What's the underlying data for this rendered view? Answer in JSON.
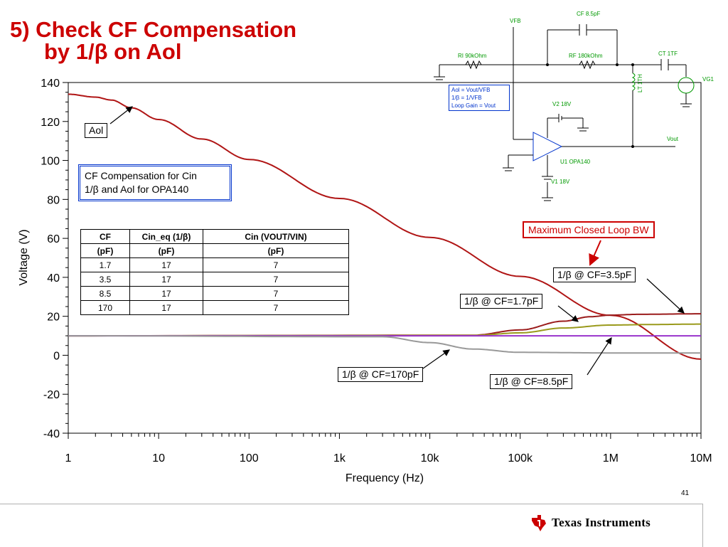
{
  "title": {
    "line1": "5) Check CF Compensation",
    "line2": "by 1/β on Aol"
  },
  "chart_data": {
    "type": "line",
    "xscale": "log",
    "xlim": [
      1,
      10000000
    ],
    "ylim": [
      -40,
      140
    ],
    "xlabel": "Frequency (Hz)",
    "ylabel": "Voltage (V)",
    "xticks": [
      1,
      10,
      100,
      1000,
      10000,
      100000,
      1000000,
      10000000
    ],
    "xtick_labels": [
      "1",
      "10",
      "100",
      "1k",
      "10k",
      "100k",
      "1M",
      "10M"
    ],
    "yticks": [
      -40,
      -20,
      0,
      20,
      40,
      60,
      80,
      100,
      120,
      140
    ],
    "ytick_labels": [
      "-40",
      "-20",
      "0",
      "20",
      "40",
      "60",
      "80",
      "100",
      "120",
      "140"
    ],
    "grid": false,
    "series": [
      {
        "name": "Aol",
        "color": "#b01515",
        "x": [
          1,
          2,
          3,
          5,
          10,
          30,
          100,
          1000,
          10000,
          100000,
          1000000,
          10000000
        ],
        "y": [
          134,
          132.5,
          131,
          127,
          121,
          111,
          100.5,
          80.5,
          60.5,
          40.5,
          20.5,
          -2
        ]
      },
      {
        "name": "1/β @ CF=3.5pF",
        "color": "#9b1c1c",
        "x": [
          1,
          30000,
          100000,
          300000,
          600000,
          1000000,
          2000000,
          10000000
        ],
        "y": [
          10,
          10.3,
          13,
          17.5,
          19.8,
          20.6,
          21,
          21.3
        ]
      },
      {
        "name": "1/β @ CF=1.7pF",
        "color": "#9a9a1c",
        "x": [
          1,
          30000,
          100000,
          300000,
          1000000,
          3000000,
          10000000
        ],
        "y": [
          10,
          10.2,
          11.5,
          14,
          15.5,
          15.8,
          16
        ]
      },
      {
        "name": "1/β @ CF=8.5pF",
        "color": "#9933cc",
        "x": [
          1,
          10000000
        ],
        "y": [
          10,
          10
        ]
      },
      {
        "name": "1/β @ CF=170pF",
        "color": "#999999",
        "x": [
          1,
          3000,
          10000,
          30000,
          100000,
          1000000,
          10000000
        ],
        "y": [
          10,
          9.5,
          6.5,
          3.2,
          1.5,
          1.2,
          1.2
        ]
      }
    ],
    "annotations": [
      "Aol",
      "Maximum Closed Loop BW",
      "1/β @ CF=3.5pF",
      "1/β @ CF=1.7pF",
      "1/β @ CF=170pF",
      "1/β @ CF=8.5pF"
    ]
  },
  "note": {
    "line1": "CF Compensation for Cin",
    "line2": "1/β and Aol for OPA140"
  },
  "table": {
    "headers": [
      "CF",
      "Cin_eq (1/β)",
      "Cin (VOUT/VIN)"
    ],
    "units": [
      "(pF)",
      "(pF)",
      "(pF)"
    ],
    "rows": [
      [
        "1.7",
        "17",
        "7"
      ],
      [
        "3.5",
        "17",
        "7"
      ],
      [
        "8.5",
        "17",
        "7"
      ],
      [
        "170",
        "17",
        "7"
      ]
    ]
  },
  "schematic": {
    "cf": "CF 8.5pF",
    "vfb": "VFB",
    "ri": "RI 90kOhm",
    "rf": "RF 180kOhm",
    "ct": "CT 1TF",
    "vg1": "VG1",
    "lt": "LT 1TH",
    "aol_box": [
      "Aol = Vout/VFB",
      "1/β = 1/VFB",
      "Loop Gain = Vout"
    ],
    "v2": "V2 18V",
    "vout": "Vout",
    "u1": "U1 OPA140",
    "v1": "V1 18V"
  },
  "page_number": "41",
  "brand": "Texas Instruments"
}
